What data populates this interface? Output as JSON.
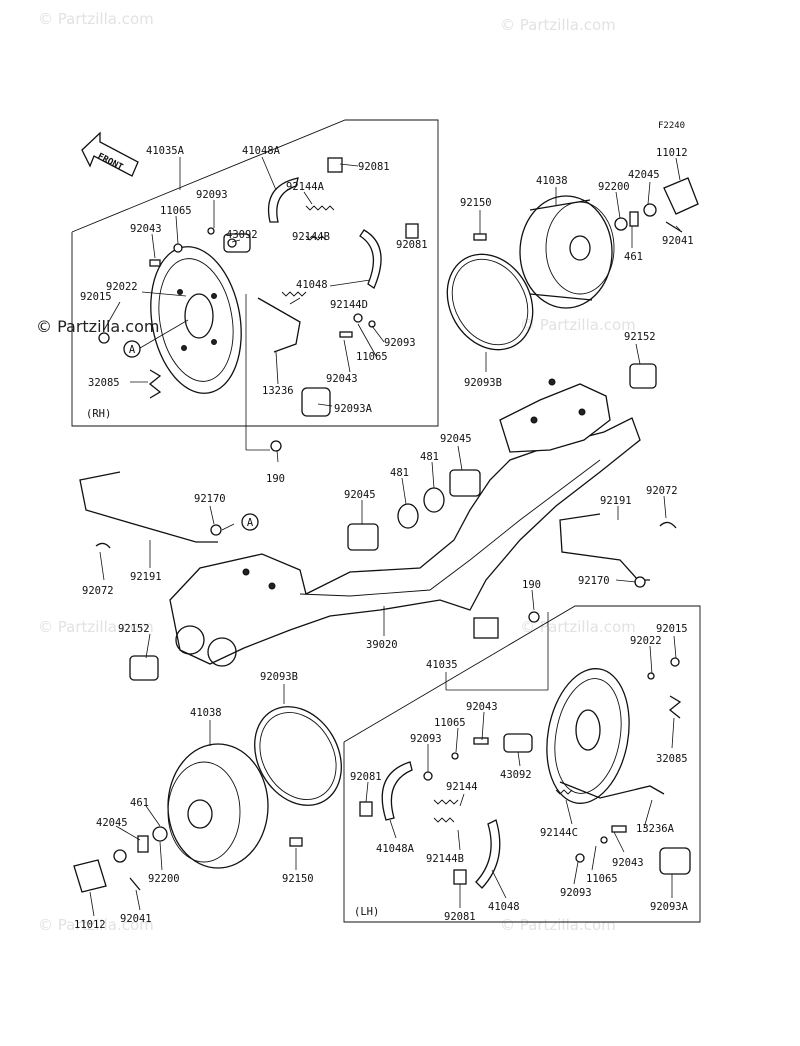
{
  "watermarks": {
    "brand": "© Partzilla.com"
  },
  "diagram_code": "F2240",
  "front_label": "FRONT",
  "sections": {
    "rh": "(RH)",
    "lh": "(LH)"
  },
  "callouts": {
    "c_41035A": "41035A",
    "c_41048A_top": "41048A",
    "c_92081_a": "92081",
    "c_92093_a": "92093",
    "c_92144A": "92144A",
    "c_11065_a": "11065",
    "c_92043_a": "92043",
    "c_43092_a": "43092",
    "c_92144B_a": "92144B",
    "c_92081_b": "92081",
    "c_92022_a": "92022",
    "c_92015_a": "92015",
    "c_41048_a": "41048",
    "c_92144D": "92144D",
    "c_A_rh": "A",
    "c_92093_b": "92093",
    "c_11065_b": "11065",
    "c_92043_b": "92043",
    "c_32085_a": "32085",
    "c_13236": "13236",
    "c_92093A_a": "92093A",
    "c_190_a": "190",
    "c_41038_a": "41038",
    "c_92150_a": "92150",
    "c_92200_a": "92200",
    "c_42045_a": "42045",
    "c_11012_a": "11012",
    "c_461_a": "461",
    "c_92041_a": "92041",
    "c_92093B_a": "92093B",
    "c_92152_a": "92152",
    "c_92045_a": "92045",
    "c_481_a": "481",
    "c_481_b": "481",
    "c_92045_b": "92045",
    "c_92072_a": "92072",
    "c_92191_a": "92191",
    "c_92170_a": "92170",
    "c_A_left": "A",
    "c_92072_b": "92072",
    "c_92191_b": "92191",
    "c_92170_b": "92170",
    "c_190_b": "190",
    "c_92152_b": "92152",
    "c_39020": "39020",
    "c_92093B_b": "92093B",
    "c_41035": "41035",
    "c_92022_b": "92022",
    "c_92015_b": "92015",
    "c_41038_b": "41038",
    "c_92043_c": "92043",
    "c_11065_c": "11065",
    "c_92093_c": "92093",
    "c_43092_b": "43092",
    "c_32085_b": "32085",
    "c_92081_c": "92081",
    "c_92144": "92144",
    "c_461_b": "461",
    "c_42045_b": "42045",
    "c_92144C": "92144C",
    "c_13236A": "13236A",
    "c_41048A_bot": "41048A",
    "c_92144B_b": "92144B",
    "c_92043_d": "92043",
    "c_92200_b": "92200",
    "c_11065_d": "11065",
    "c_92150_b": "92150",
    "c_92093_d": "92093",
    "c_92093A_b": "92093A",
    "c_11012_b": "11012",
    "c_92041_b": "92041",
    "c_41048_b": "41048",
    "c_92081_d": "92081"
  }
}
